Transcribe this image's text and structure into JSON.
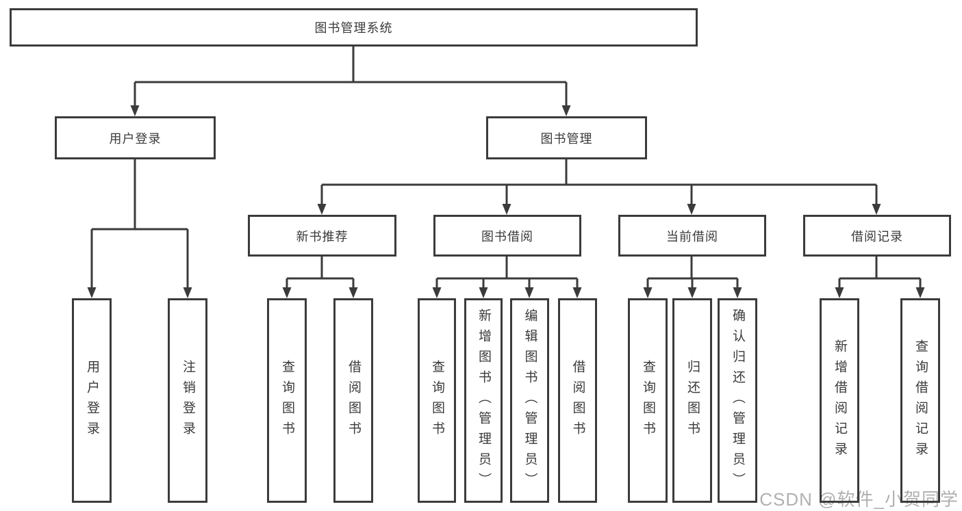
{
  "tree": {
    "label": "图书管理系统",
    "children": [
      {
        "label": "用户登录",
        "children": [
          {
            "label": "用户登录"
          },
          {
            "label": "注销登录"
          }
        ]
      },
      {
        "label": "图书管理",
        "children": [
          {
            "label": "新书推荐",
            "children": [
              {
                "label": "查询图书"
              },
              {
                "label": "借阅图书"
              }
            ]
          },
          {
            "label": "图书借阅",
            "children": [
              {
                "label": "查询图书"
              },
              {
                "label": "新增图书（管理员）"
              },
              {
                "label": "编辑图书（管理员）"
              },
              {
                "label": "借阅图书"
              }
            ]
          },
          {
            "label": "当前借阅",
            "children": [
              {
                "label": "查询图书"
              },
              {
                "label": "归还图书"
              },
              {
                "label": "确认归还（管理员）"
              }
            ]
          },
          {
            "label": "借阅记录",
            "children": [
              {
                "label": "新增借阅记录"
              },
              {
                "label": "查询借阅记录"
              }
            ]
          }
        ]
      }
    ]
  },
  "watermark": {
    "text": "CSDN @软件_小贺同学"
  },
  "colors": {
    "line": "#3b3b3b",
    "text": "#3a3a3a",
    "background": "#ffffff",
    "watermark": "#b0b0b0"
  }
}
